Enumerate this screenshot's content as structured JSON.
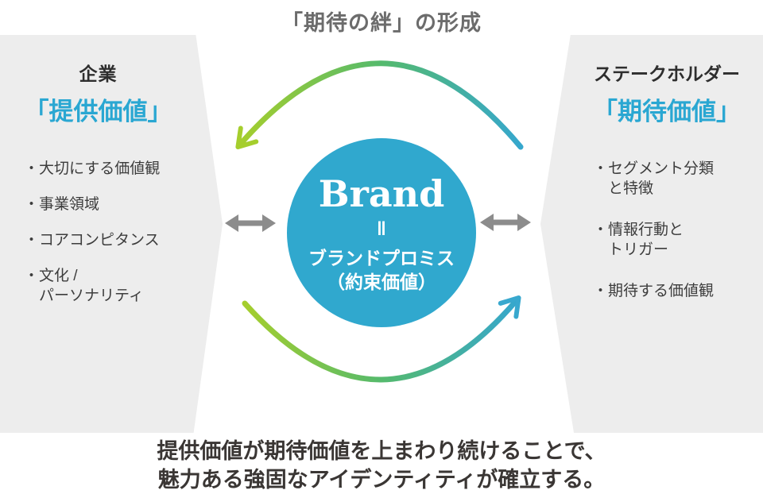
{
  "title": "「期待の絆」の形成",
  "left_panel": {
    "label": "企業",
    "heading": "「提供価値」",
    "bullets": [
      "・大切にする価値観",
      "・事業領域",
      "・コアコンピタンス",
      "・文化 /\nパーソナリティ"
    ]
  },
  "right_panel": {
    "label": "ステークホルダー",
    "heading": "「期待価値」",
    "bullets": [
      "・セグメント分類\nと特徴",
      "・情報行動と\nトリガー",
      "・期待する価値観"
    ]
  },
  "center": {
    "brand": "Brand",
    "equals": "‖",
    "promise_line1": "ブランドプロミス",
    "promise_line2": "（約束価値）"
  },
  "footer": {
    "line1": "提供価値が期待価値を上まわり続けることで、",
    "line2": "魅力ある強固なアイデンティティが確立する。"
  },
  "icons": {
    "cycle_arrow_top": "curved-gradient-arrow-pointing-left",
    "cycle_arrow_bottom": "curved-gradient-arrow-pointing-right",
    "exchange_left": "double-headed-horizontal-arrow",
    "exchange_right": "double-headed-horizontal-arrow"
  },
  "colors": {
    "accent_blue": "#30a8ce",
    "heading_blue": "#2aa7d2",
    "accent_green": "#a5ce2d",
    "gradient_mid_green": "#55ba6c",
    "panel_background": "#ededed",
    "exchange_arrow_gray": "#8c8c8c",
    "title_gray": "#6c6c6c",
    "body_text": "#3d3d3d",
    "footer_text": "#3a3634"
  }
}
